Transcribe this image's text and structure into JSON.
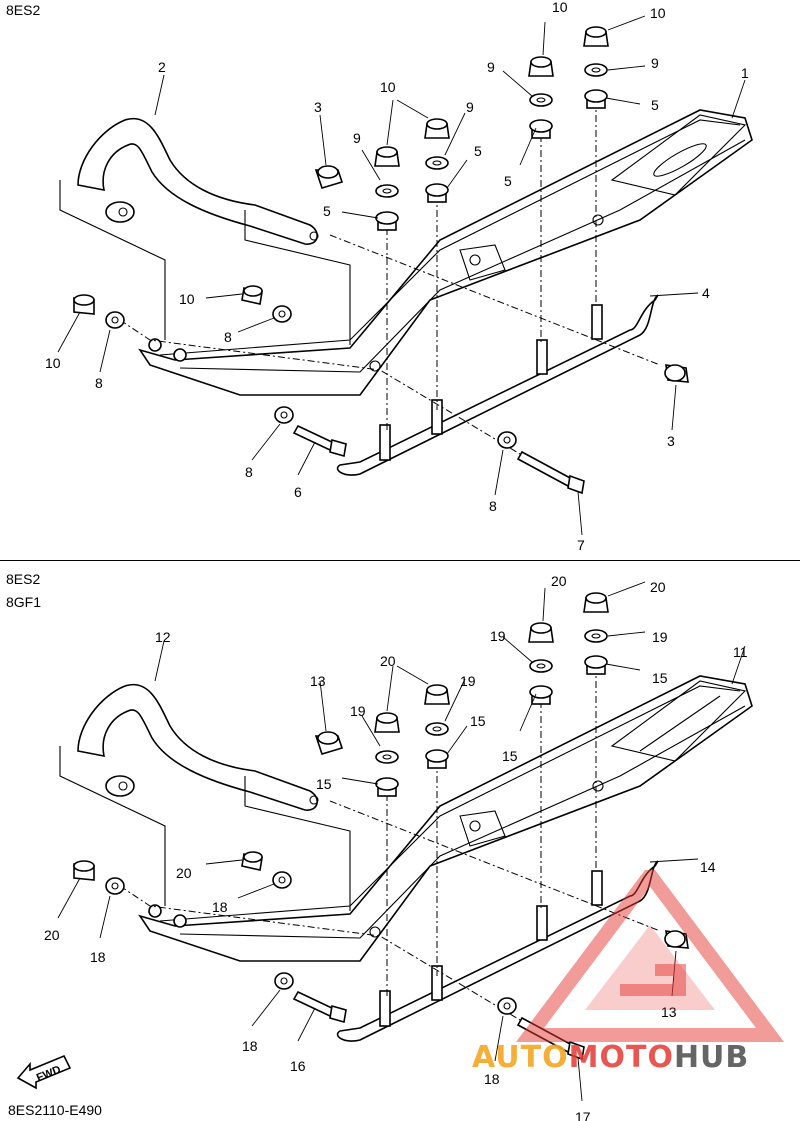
{
  "top_panel": {
    "model_codes": [
      "8ES2"
    ],
    "callouts": {
      "c1": "1",
      "c2": "2",
      "c3a": "3",
      "c3b": "3",
      "c4": "4",
      "c5a": "5",
      "c5b": "5",
      "c5c": "5",
      "c5d": "5",
      "c6": "6",
      "c7": "7",
      "c8a": "8",
      "c8b": "8",
      "c8c": "8",
      "c8d": "8",
      "c9a": "9",
      "c9b": "9",
      "c9c": "9",
      "c9d": "9",
      "c10a": "10",
      "c10b": "10",
      "c10c": "10",
      "c10d": "10",
      "c10e": "10"
    }
  },
  "bottom_panel": {
    "model_codes": [
      "8ES2",
      "8GF1"
    ],
    "callouts": {
      "c11": "11",
      "c12": "12",
      "c13a": "13",
      "c13b": "13",
      "c14": "14",
      "c15a": "15",
      "c15b": "15",
      "c15c": "15",
      "c15d": "15",
      "c16": "16",
      "c17": "17",
      "c18a": "18",
      "c18b": "18",
      "c18c": "18",
      "c18d": "18",
      "c19a": "19",
      "c19b": "19",
      "c19c": "19",
      "c19d": "19",
      "c20a": "20",
      "c20b": "20",
      "c20c": "20",
      "c20d": "20",
      "c20e": "20"
    }
  },
  "footer": {
    "fwd_label": "FWD",
    "reference_code": "8ES2110-E490"
  },
  "watermark": {
    "text_auto": "AUTO",
    "text_moto": "MOTO",
    "text_hub": "HUB",
    "color_orange": "#f5a623",
    "color_red": "#e53935",
    "color_gray": "#555555"
  }
}
